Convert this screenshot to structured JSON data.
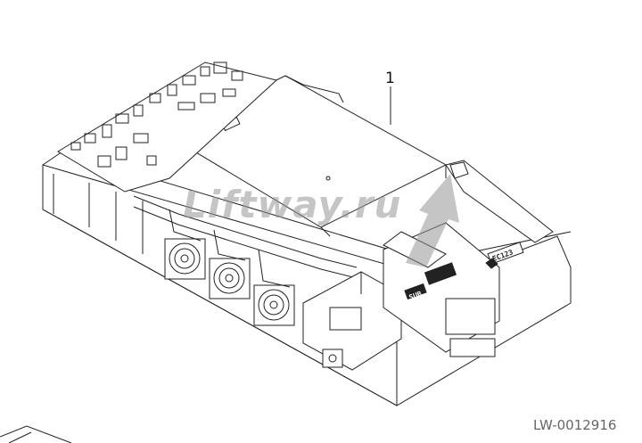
{
  "diagram": {
    "callout_number": "1",
    "watermark": "Liftway.ru",
    "document_id": "LW-0012916",
    "labels": {
      "sub_label": "SUB",
      "lcd_label": "EC123"
    },
    "colors": {
      "line": "#222222",
      "watermark": "#999999",
      "label_text": "#666666"
    }
  }
}
